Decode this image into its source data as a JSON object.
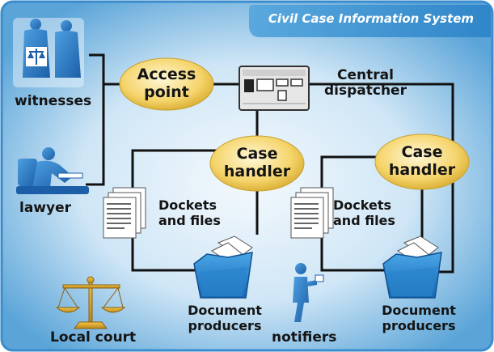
{
  "title": "Civil Case Information System",
  "nodes": {
    "witnesses": "witnesses",
    "lawyer": "lawyer",
    "access_point": [
      "Access",
      "point"
    ],
    "central_dispatcher": [
      "Central",
      "dispatcher"
    ],
    "case_handler_left": [
      "Case",
      "handler"
    ],
    "case_handler_right": [
      "Case",
      "handler"
    ],
    "dockets_left": [
      "Dockets",
      "and files"
    ],
    "dockets_right": [
      "Dockets",
      "and files"
    ],
    "doc_producers_left": [
      "Document",
      "producers"
    ],
    "doc_producers_right": [
      "Document",
      "producers"
    ],
    "local_court": "Local court",
    "notifiers": "notifiers"
  },
  "colors": {
    "background_edge": "#5aa4d8",
    "background_center": "#eaf4fb",
    "title_bar": "#3a8ccc",
    "oval_fill": "#f5d46a",
    "connector": "#111111"
  }
}
